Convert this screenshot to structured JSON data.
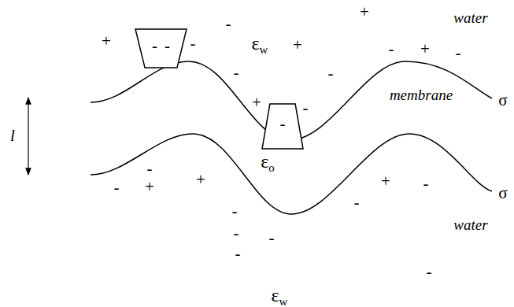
{
  "diagram": {
    "nodes": [
      {
        "text": [
          "-",
          "-"
        ]
      },
      {
        "text": [
          "-"
        ]
      }
    ],
    "labels": [
      "+",
      "water",
      "-",
      "+",
      "-",
      "εw",
      "+",
      "-",
      "+",
      "-",
      "-",
      "-",
      "membrane",
      "σ",
      "+",
      "-",
      "l",
      "-",
      "εo",
      "+",
      "+",
      "-",
      "+",
      "-",
      "σ",
      "-",
      "-",
      "water",
      "-",
      "-",
      "-",
      "-",
      "εw"
    ]
  }
}
